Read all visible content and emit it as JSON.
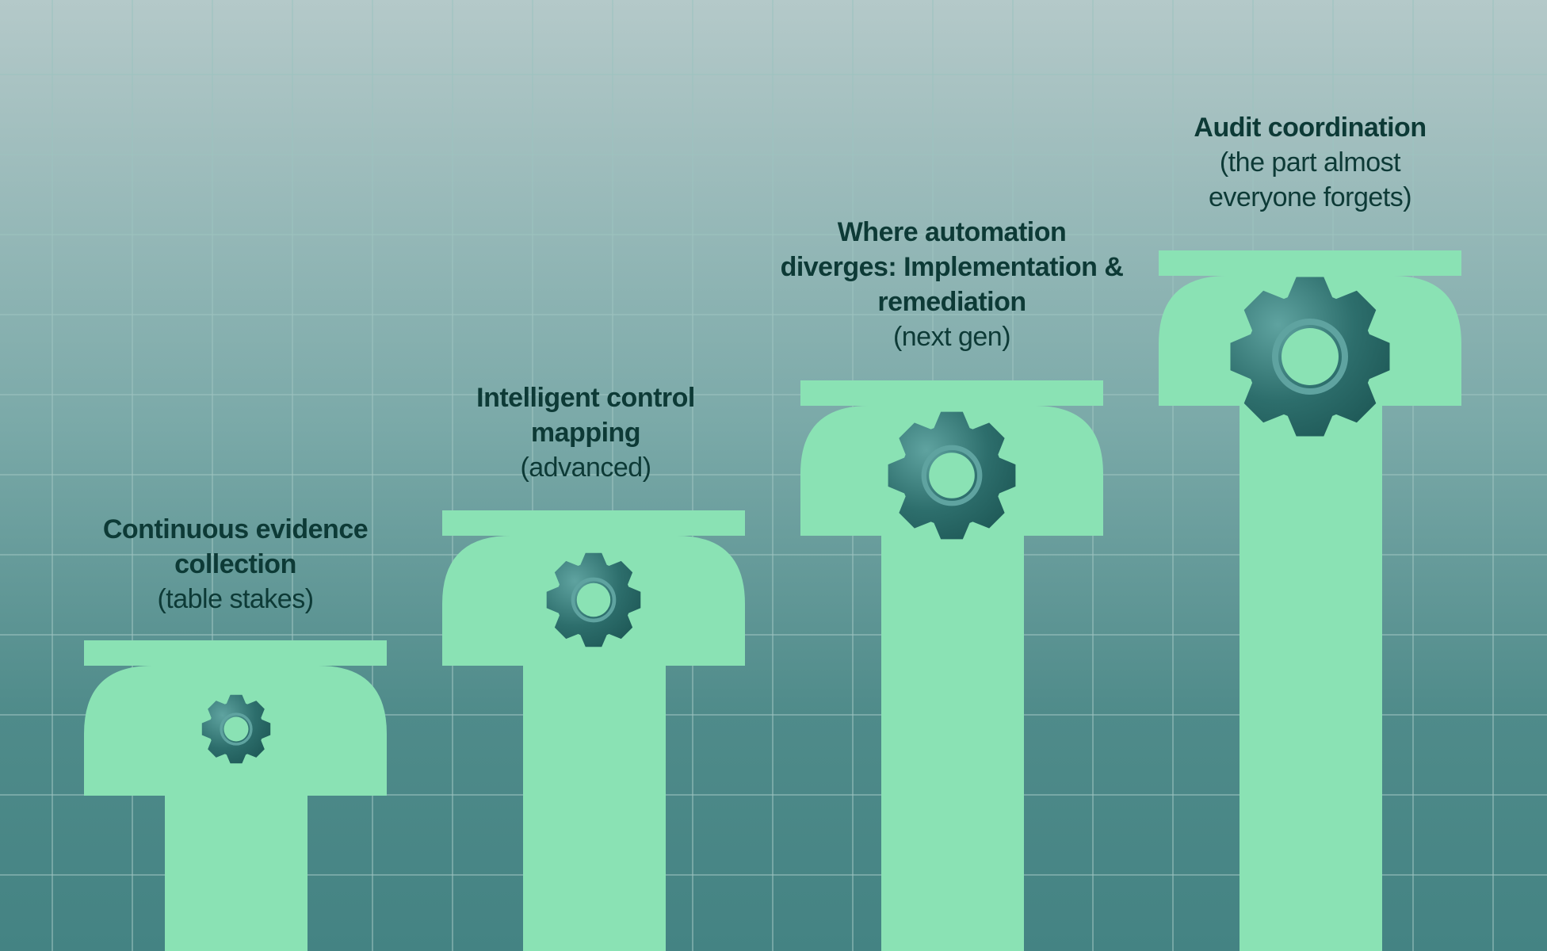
{
  "colors": {
    "background_top": "#b4c9c9",
    "background_bottom": "#448383",
    "grid_line": "#9cc3c0",
    "pillar": "#8ae2b4",
    "gear_dark": "#2d6e6c",
    "gear_light": "#5fa3a0",
    "text": "#0d3a36"
  },
  "pillars": [
    {
      "title": "Continuous evidence collection",
      "subtitle": "(table stakes)",
      "icon": "gear-icon"
    },
    {
      "title": "Intelligent control mapping",
      "subtitle": "(advanced)",
      "icon": "gear-icon"
    },
    {
      "title": "Where automation diverges: Implementation & remediation",
      "subtitle": "(next gen)",
      "icon": "gear-icon"
    },
    {
      "title": "Audit coordination",
      "subtitle": "(the part almost everyone forgets)",
      "icon": "gear-icon"
    }
  ]
}
